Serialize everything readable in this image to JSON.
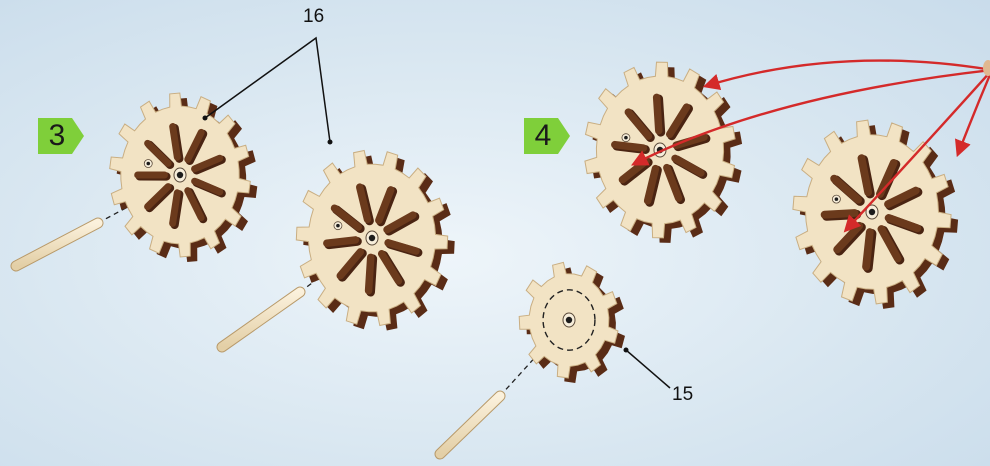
{
  "steps": {
    "left": "3",
    "right": "4"
  },
  "callouts": {
    "gears_16": "16",
    "gear_15": "15"
  },
  "colors": {
    "wood_face": "#f2e3c4",
    "wood_edge": "#5a2c16",
    "slot_dark": "#4a2412",
    "arrow": "#d42a2a",
    "badge_green": "#7fcf3a"
  },
  "icons": [
    "large-gear-icon",
    "small-gear-icon",
    "dowel-icon",
    "arrow-icon",
    "step-badge-icon"
  ]
}
